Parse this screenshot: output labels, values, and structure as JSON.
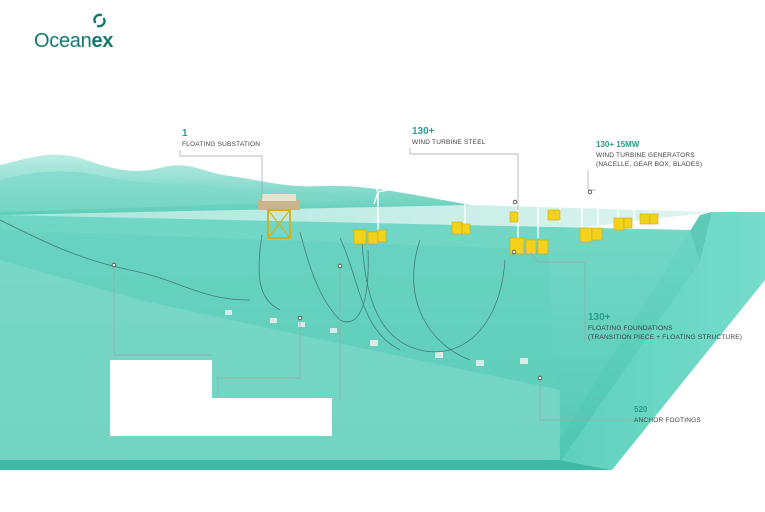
{
  "brand": {
    "name_prefix": "Ocean",
    "name_suffix": "ex"
  },
  "callouts": {
    "substation": {
      "number": "1",
      "label": "FLOATING SUBSTATION"
    },
    "steel": {
      "number": "130+",
      "label": "WIND TURBINE STEEL"
    },
    "generators": {
      "number": "130+ 15MW",
      "label": "WIND TURBINE GENERATORS",
      "sub": "(NACELLE, GEAR BOX, BLADES)"
    },
    "foundations": {
      "number": "130+",
      "label": "FLOATING FOUNDATIONS",
      "sub": "(TRANSITION PIECE + FLOATING STRUCTURE)"
    },
    "anchors": {
      "number": "520",
      "label": "ANCHOR FOOTINGS"
    }
  },
  "colors": {
    "brand": "#127a6c",
    "accent_number": "#2a9c8a",
    "sea_top": "#9fe3d6",
    "sea_side": "#4fc8b4",
    "foundation_yellow": "#f2d21b"
  }
}
